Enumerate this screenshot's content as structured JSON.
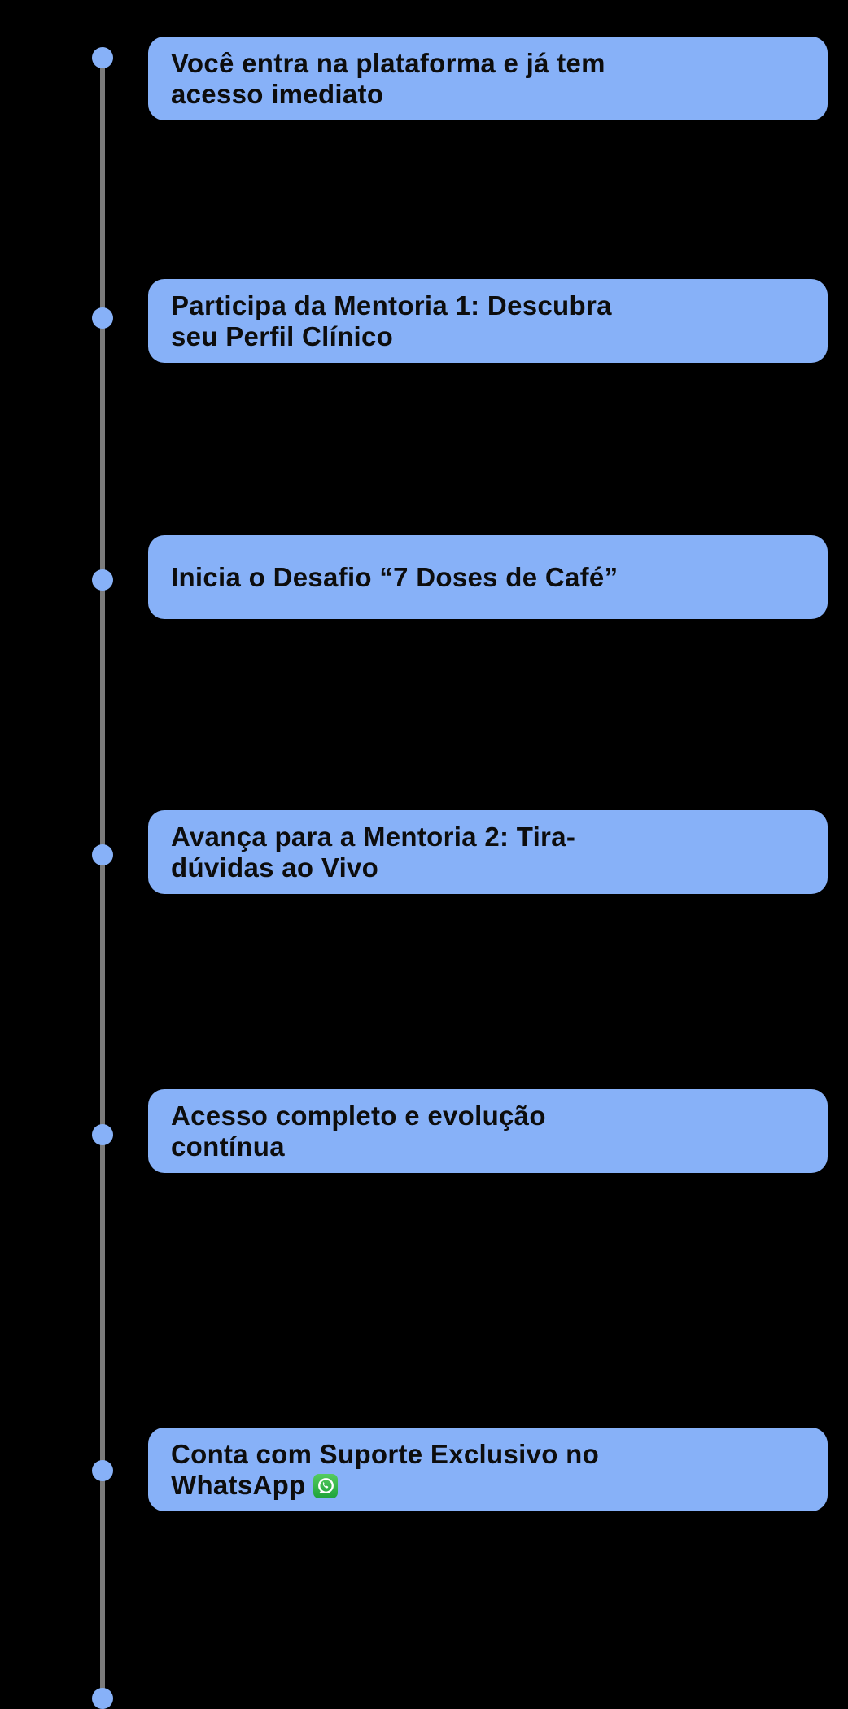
{
  "page": {
    "background_color": "#000000",
    "accent_blue": "#87b1f8",
    "line_gray": "#7b7b7b",
    "text_color": "#0d0d0d",
    "whatsapp_green": "#29b43f"
  },
  "timeline": {
    "steps": [
      {
        "title": "Você entra na plataforma e já tem acesso imediato",
        "lines": [
          "Você entra na plataforma e já tem",
          "acesso imediato"
        ]
      },
      {
        "title": "Participa da Mentoria 1: Descubra seu Perfil Clínico",
        "lines": [
          "Participa da Mentoria 1: Descubra",
          "seu Perfil Clínico"
        ]
      },
      {
        "title": "Inicia o Desafio “7 Doses de Café”",
        "lines": [
          "Inicia o Desafio “7 Doses de Café”"
        ]
      },
      {
        "title": "Avança para a Mentoria 2: Tira-dúvidas ao Vivo",
        "lines": [
          "Avança para a Mentoria 2: Tira-",
          "dúvidas ao Vivo"
        ]
      },
      {
        "title": "Acesso completo e evolução contínua",
        "lines": [
          "Acesso completo e evolução",
          "contínua"
        ]
      },
      {
        "title": "Conta com Suporte Exclusivo no WhatsApp",
        "lines": [
          "Conta com Suporte Exclusivo no",
          "WhatsApp"
        ],
        "icon": "whatsapp-icon"
      }
    ]
  }
}
